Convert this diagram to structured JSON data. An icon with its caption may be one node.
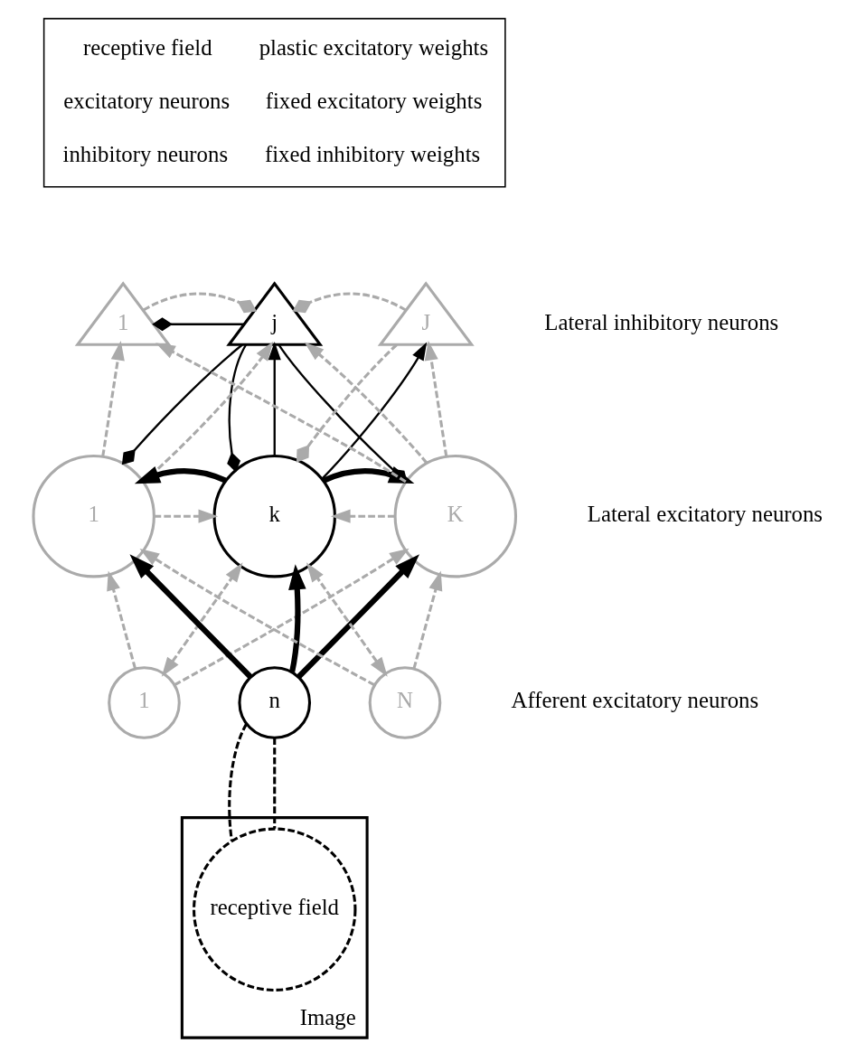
{
  "diagram": {
    "nodes": [
      {
        "text": [
          "1"
        ]
      },
      {
        "text": [
          "j"
        ]
      },
      {
        "text": [
          "J"
        ]
      },
      {
        "text": [
          "1"
        ]
      },
      {
        "text": [
          "k"
        ]
      },
      {
        "text": [
          "K"
        ]
      },
      {
        "text": [
          "1"
        ]
      },
      {
        "text": [
          "n"
        ]
      },
      {
        "text": [
          "N"
        ]
      },
      {
        "text": [],
        "shape": "box",
        "beside": [
          "Image"
        ]
      },
      {
        "text": [
          "receptive field"
        ],
        "in": 9
      }
    ],
    "edges": [
      {
        "from": 1,
        "to": 0,
        "arrow": "other",
        "color": "#000000"
      },
      {
        "from": 1,
        "to": 3,
        "arrow": "other",
        "color": "#000000"
      },
      {
        "from": 1,
        "to": 4,
        "arrow": "other",
        "color": "#000000"
      },
      {
        "from": 1,
        "to": 5,
        "arrow": "other",
        "color": "#000000"
      },
      {
        "from": 4,
        "to": 1,
        "arrow": "to",
        "color": "#000000"
      },
      {
        "from": 4,
        "to": 2,
        "arrow": "to",
        "color": "#000000"
      },
      {
        "from": 3,
        "to": 0,
        "arrow": "to",
        "style": "dashed"
      },
      {
        "from": 5,
        "to": 2,
        "arrow": "to",
        "style": "dashed"
      },
      {
        "from": 3,
        "to": 1,
        "arrow": "to",
        "style": "dashed"
      },
      {
        "from": 5,
        "to": 1,
        "arrow": "to",
        "style": "dashed"
      },
      {
        "from": 5,
        "to": 0,
        "arrow": "to",
        "style": "dashed"
      },
      {
        "from": 0,
        "to": 1,
        "arrow": "other",
        "style": "dashed"
      },
      {
        "from": 2,
        "to": 1,
        "arrow": "other",
        "style": "dashed"
      },
      {
        "from": 2,
        "to": 4,
        "arrow": "other",
        "style": "dashed"
      },
      {
        "from": 3,
        "to": 4,
        "arrow": "to",
        "style": "dashed"
      },
      {
        "from": 5,
        "to": 4,
        "arrow": "to",
        "style": "dashed"
      },
      {
        "from": 4,
        "to": 3,
        "arrow": "to",
        "style": "thick",
        "color": "#000000"
      },
      {
        "from": 4,
        "to": 5,
        "arrow": "to",
        "style": "thick",
        "color": "#000000"
      },
      {
        "from": 7,
        "to": 3,
        "arrow": "to",
        "style": "thick",
        "color": "#000000"
      },
      {
        "from": 7,
        "to": 4,
        "arrow": "to",
        "style": "thick",
        "color": "#000000"
      },
      {
        "from": 7,
        "to": 5,
        "arrow": "to",
        "style": "thick",
        "color": "#000000"
      },
      {
        "from": 6,
        "to": 3,
        "arrow": "to",
        "style": "dashed"
      },
      {
        "from": 6,
        "to": 4,
        "arrow": "both",
        "style": "dashed"
      },
      {
        "from": 6,
        "to": 5,
        "arrow": "to",
        "style": "dashed"
      },
      {
        "from": 8,
        "to": 3,
        "arrow": "to",
        "style": "dashed"
      },
      {
        "from": 8,
        "to": 4,
        "arrow": "both",
        "style": "dashed"
      },
      {
        "from": 8,
        "to": 5,
        "arrow": "to",
        "style": "dashed"
      },
      {
        "from": 7,
        "to": 10,
        "arrow": "none",
        "style": "dashed",
        "color": "#000000"
      },
      {
        "from": 7,
        "to": 10,
        "arrow": "none",
        "style": "dashed",
        "color": "#000000"
      }
    ],
    "labels": [
      "Lateral inhibitory neurons",
      "Lateral excitatory neurons",
      "Afferent excitatory neurons"
    ],
    "legend": [
      {
        "text": "receptive field"
      },
      {
        "text": "plastic excitatory weights"
      },
      {
        "text": "excitatory neurons"
      },
      {
        "text": "fixed excitatory weights"
      },
      {
        "text": "inhibitory neurons"
      },
      {
        "text": "fixed inhibitory weights"
      }
    ]
  }
}
